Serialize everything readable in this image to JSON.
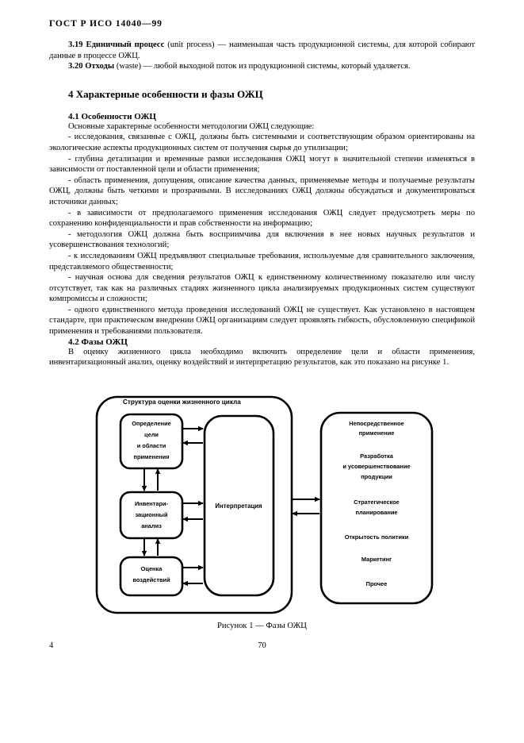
{
  "header": {
    "standard": "ГОСТ Р ИСО 14040—99"
  },
  "definitions": [
    {
      "number": "3.19",
      "term": "Единичный процесс",
      "rest": " (unit process) — наименьшая часть продукционной системы, для которой собирают данные в процессе ОЖЦ."
    },
    {
      "number": "3.20",
      "term": "Отходы",
      "rest": " (waste) — любой выходной поток из продукционной системы, который удаляется."
    }
  ],
  "section4": {
    "heading": "4  Характерные особенности и фазы ОЖЦ",
    "sub1": {
      "heading": "4.1  Особенности ОЖЦ",
      "lead": "Основные характерные особенности методологии ОЖЦ следующие:",
      "bullets": [
        "- исследования, связанные с ОЖЦ, должны быть системными и соответствующим образом ориентированы на экологические аспекты продукционных систем от получения сырья до утилизации;",
        "- глубина детализации и временные рамки исследования ОЖЦ могут в значительной степени изменяться в зависимости от поставленной цели и области применения;",
        "- область применения, допущения, описание качества данных, применяемые методы и получаемые результаты ОЖЦ, должны быть четкими и прозрачными. В исследованиях ОЖЦ должны обсуждаться и документироваться источники данных;",
        "- в зависимости от предполагаемого применения исследования ОЖЦ следует предусмотреть меры по сохранению конфиденциальности и прав собственности на информацию;",
        "- методология ОЖЦ должна быть восприимчива для включения в нее новых научных результатов и усовершенствования технологий;",
        "- к исследованиям ОЖЦ предъявляют специальные требования, используемые для сравнительного заключения, представляемого общественности;",
        "- научная основа для сведения результатов ОЖЦ к единственному количественному показателю или числу отсутствует, так как на различных стадиях жизненного цикла анализируемых продукционных систем существуют компромиссы и сложности;",
        "- одного единственного метода проведения исследований ОЖЦ не существует. Как установлено в настоящем стандарте, при практическом внедрении ОЖЦ организациям следует проявлять гибкость, обусловленную спецификой применения и требованиями пользователя."
      ]
    },
    "sub2": {
      "heading": "4.2  Фазы ОЖЦ",
      "paragraph": "В оценку жизненного цикла необходимо включить определение цели и области применения, инвентаризационный анализ, оценку воздействий и интерпретацию результатов, как это показано на рисунке 1."
    }
  },
  "figure": {
    "caption": "Рисунок 1 — Фазы ОЖЦ",
    "frame_title": "Структура оценки жизненного цикла",
    "phases": [
      {
        "lines": [
          "Определение",
          "цели",
          "и области",
          "применения"
        ]
      },
      {
        "lines": [
          "Инвентари-",
          "зационный",
          "анализ"
        ]
      },
      {
        "lines": [
          "Оценка",
          "воздействий"
        ]
      }
    ],
    "interpretation": "Интерпретация",
    "applications": [
      [
        "Непосредственное",
        "применение"
      ],
      [
        "Разработка",
        "и усовершенствование",
        "продукции"
      ],
      [
        "Стратегическое",
        "планирование"
      ],
      [
        "Открытость политики"
      ],
      [
        "Маркетинг"
      ],
      [
        "Прочее"
      ]
    ]
  },
  "footer": {
    "page_left": "4",
    "page_center": "70"
  }
}
